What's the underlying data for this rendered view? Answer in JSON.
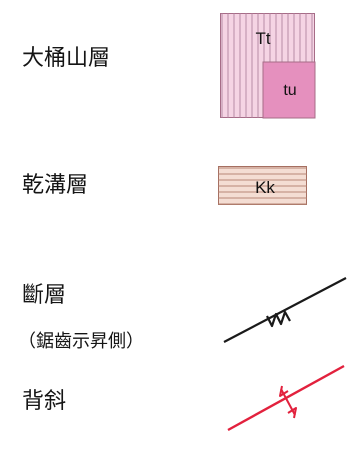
{
  "legend": {
    "items": [
      {
        "label": "大桶山層",
        "symbol": "unit-pattern",
        "codes": [
          "Tt",
          "tu"
        ],
        "colors": {
          "fill": "#F5D4E4",
          "inset_fill": "#E590BE",
          "stripe": "#B88DA6",
          "border": "#A66C87"
        }
      },
      {
        "label": "乾溝層",
        "symbol": "unit-pattern",
        "codes": [
          "Kk"
        ],
        "colors": {
          "fill": "#F4DDD3",
          "stripe": "#B98877",
          "border": "#A56F61"
        }
      },
      {
        "label": "斷層",
        "sublabel": "（鋸齒示昇側）",
        "symbol": "fault-line",
        "colors": {
          "line": "#1A1A1A"
        }
      },
      {
        "label": "背斜",
        "symbol": "anticline-line",
        "colors": {
          "line": "#E2213D"
        }
      }
    ]
  }
}
